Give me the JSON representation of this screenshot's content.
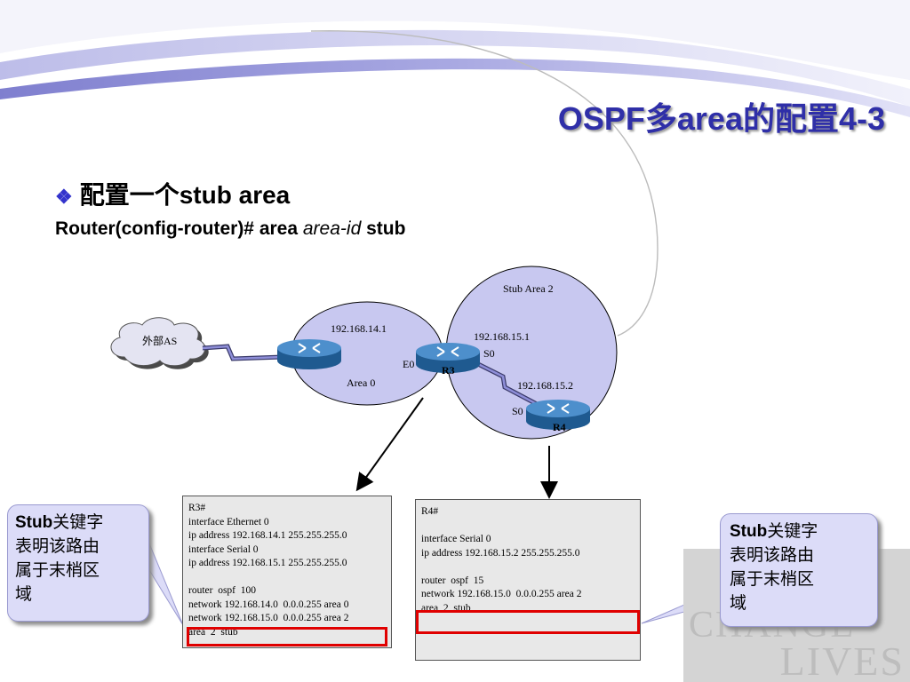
{
  "title": "OSPF多area的配置4-3",
  "bullet": {
    "text": "配置一个stub area"
  },
  "command": {
    "prefix": "Router(config-router)# area",
    "param": "area-id",
    "suffix": "stub"
  },
  "diagram": {
    "external_as": "外部AS",
    "stub_area_label": "Stub Area 2",
    "area0_label": "Area 0",
    "ip_14_1": "192.168.14.1",
    "ip_15_1": "192.168.15.1",
    "ip_15_2": "192.168.15.2",
    "r3_e0": "E0",
    "r3_s0": "S0",
    "r4_s0": "S0",
    "r3_label": "R3",
    "r4_label": "R4"
  },
  "r3_config": [
    "R3#",
    "interface Ethernet 0",
    "ip address 192.168.14.1 255.255.255.0",
    "interface Serial 0",
    "ip address 192.168.15.1 255.255.255.0",
    "",
    "router  ospf  100",
    "network 192.168.14.0  0.0.0.255 area 0",
    "network 192.168.15.0  0.0.0.255 area 2",
    "area  2  stub"
  ],
  "r4_config": [
    "R4#",
    "",
    "interface Serial 0",
    "ip address 192.168.15.2 255.255.255.0",
    "",
    "router  ospf  15",
    "network 192.168.15.0  0.0.0.255 area 2",
    "area  2  stub"
  ],
  "callout_left": {
    "line1_en": "Stub",
    "line1_cn": "关键字",
    "line2": "表明该路由",
    "line3": "属于末梢区",
    "line4": "域"
  },
  "callout_right": {
    "line1_en": "Stub",
    "line1_cn": "关键字",
    "line2": "表明该路由",
    "line3": "属于末梢区",
    "line4": "域"
  },
  "watermark": {
    "line1": "CHANGE",
    "line2": "LIVES"
  },
  "colors": {
    "title": "#2f2fa8",
    "area_fill": "#c8c8f0",
    "router": "#3a7ab8",
    "callout_fill": "#dcdcf8",
    "highlight": "#e00000"
  }
}
